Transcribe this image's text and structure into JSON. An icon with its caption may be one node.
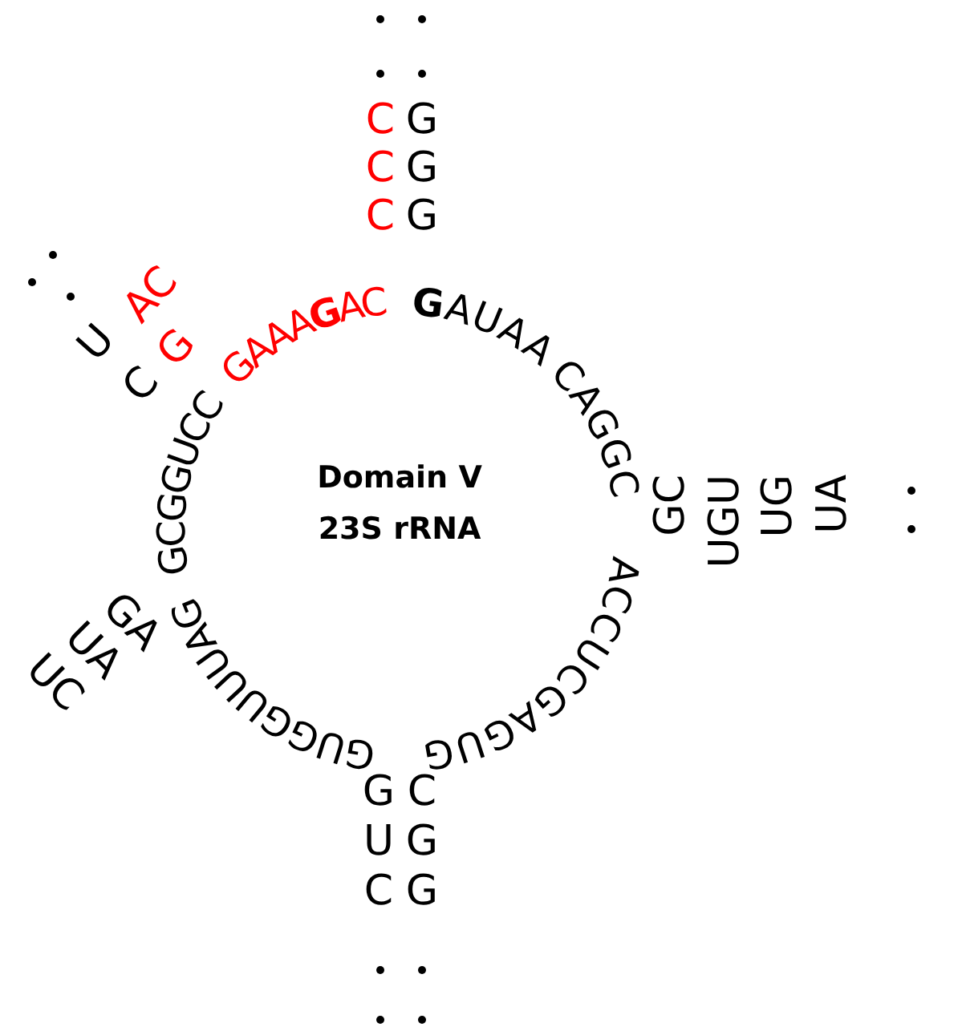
{
  "diagram": {
    "labels": [
      "C",
      "G",
      "C",
      "G",
      "C",
      "G",
      "U",
      "AC",
      "C",
      "G",
      "GAAAGAC",
      "GAUAA",
      "CAGGC",
      "Domain V",
      "23S rRNA",
      "GC",
      "UGU",
      "UG",
      "UA",
      "ACCUCGAGUG",
      "GCGGUCC",
      "GA",
      "UA",
      "UC",
      "GUGGUUUAG",
      "G",
      "C",
      "U",
      "G",
      "C",
      "G"
    ]
  }
}
